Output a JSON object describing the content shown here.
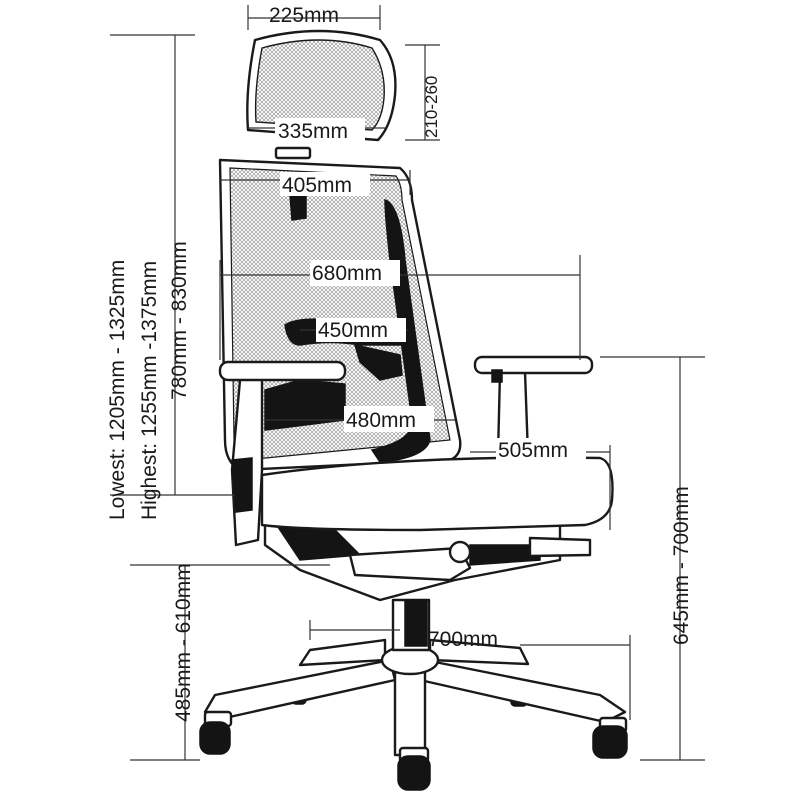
{
  "diagram": {
    "product": "office chair",
    "colors": {
      "ink": "#1a1a1a",
      "background": "#ffffff",
      "mesh": "#9a9a9a"
    },
    "dimensions": {
      "headrest_width": "225mm",
      "headrest_height": "210-260",
      "headrest_inner_width": "335mm",
      "backrest_top_width": "405mm",
      "backrest_height": "680mm",
      "lumbar_width": "450mm",
      "backrest_lower_width": "480mm",
      "seat_depth": "505mm",
      "overall_lowest": "Lowest: 1205mm - 1325mm",
      "overall_highest": "Highest: 1255mm -1375mm",
      "back_height": "780mm - 830mm",
      "seat_height": "485mm - 610mm",
      "arm_height": "645mm - 700mm",
      "base_width": "700mm"
    }
  }
}
